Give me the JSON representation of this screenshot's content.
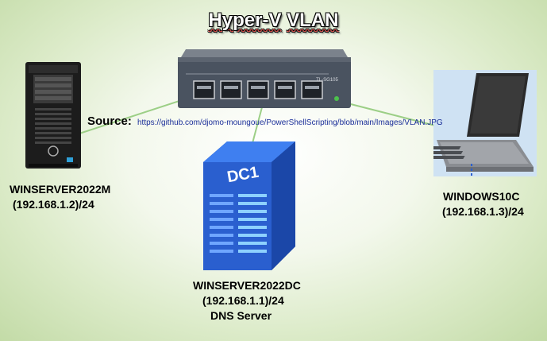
{
  "title_part1": "Hyper-V",
  "title_part2": "VLAN",
  "source": {
    "label": "Source:",
    "url": "https://github.com/djomo-moungoue/PowerShellScripting/blob/main/Images/VLAN.JPG"
  },
  "switch": {
    "brand": "TL-SG105"
  },
  "nodes": {
    "winserver2022m": {
      "name": "WINSERVER2022M",
      "ip": "(192.168.1.2)/24"
    },
    "winserver2022dc": {
      "name": "WINSERVER2022DC",
      "ip": "(192.168.1.1)/24",
      "role": "DNS Server",
      "badge": "DC1"
    },
    "windows10c": {
      "name": "WINDOWS10C",
      "ip": "(192.168.1.3)/24"
    }
  },
  "colors": {
    "link_line": "#9ccf86",
    "server_blue": "#2a5fcf",
    "switch_body": "#4a5360"
  }
}
